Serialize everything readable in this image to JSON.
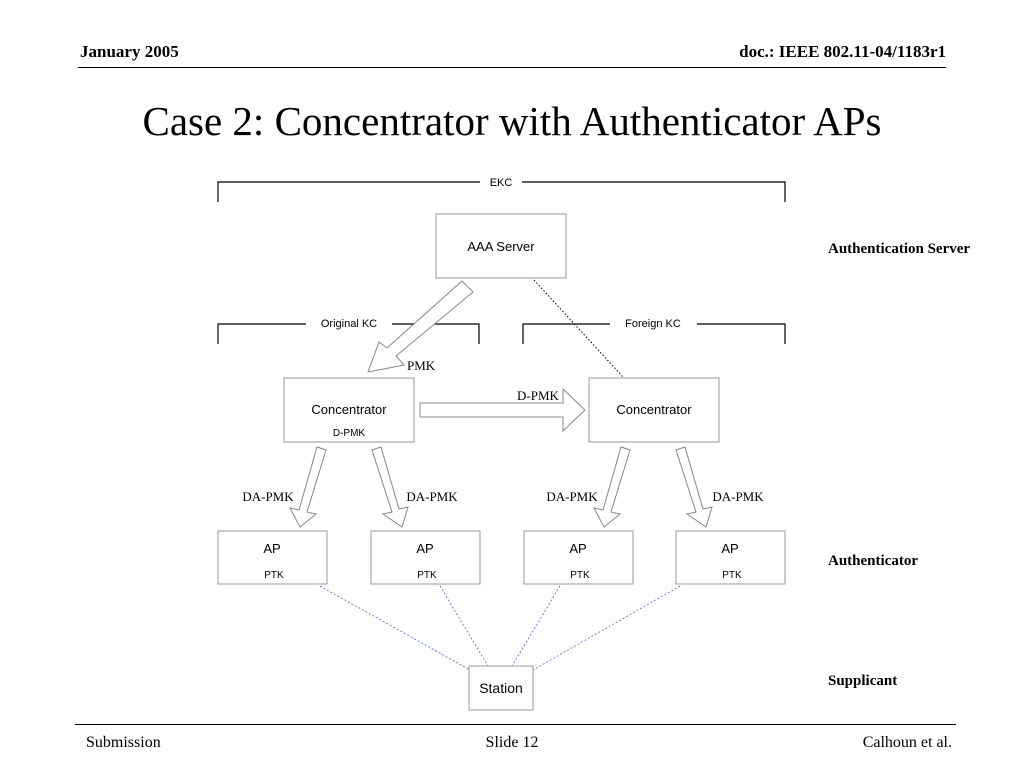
{
  "header": {
    "date": "January 2005",
    "doc": "doc.: IEEE 802.11-04/1183r1"
  },
  "title": "Case 2: Concentrator with Authenticator APs",
  "diagram": {
    "ekc": "EKC",
    "original_kc": "Original KC",
    "foreign_kc": "Foreign KC",
    "aaa_server": "AAA Server",
    "pmk": "PMK",
    "dpmk_arrow": "D-PMK",
    "concentrator_left": {
      "label": "Concentrator",
      "sub": "D-PMK"
    },
    "concentrator_right": {
      "label": "Concentrator"
    },
    "da_pmk": [
      "DA-PMK",
      "DA-PMK",
      "DA-PMK",
      "DA-PMK"
    ],
    "aps": [
      {
        "label": "AP",
        "sub": "PTK"
      },
      {
        "label": "AP",
        "sub": "PTK"
      },
      {
        "label": "AP",
        "sub": "PTK"
      },
      {
        "label": "AP",
        "sub": "PTK"
      }
    ],
    "station": "Station"
  },
  "side_labels": {
    "auth_server": "Authentication Server",
    "authenticator": "Authenticator",
    "supplicant": "Supplicant"
  },
  "footer": {
    "left": "Submission",
    "center": "Slide 12",
    "right": "Calhoun et al."
  }
}
